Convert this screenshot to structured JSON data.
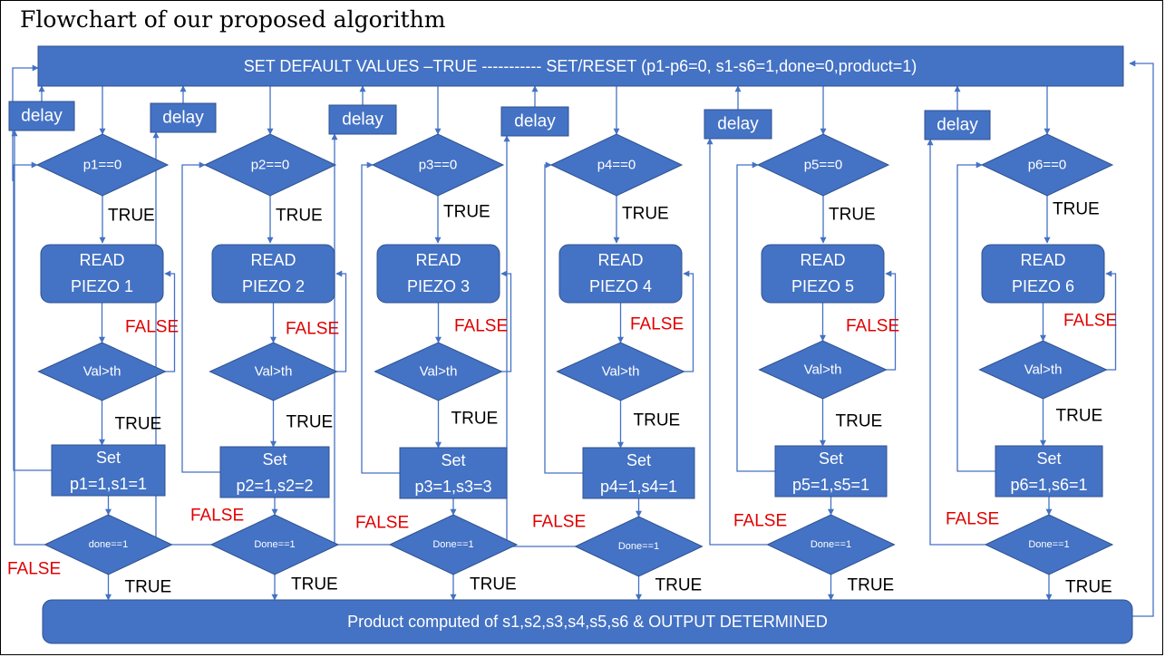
{
  "title": "Flowchart of our proposed algorithm",
  "top_box": "SET DEFAULT VALUES –TRUE -----------  SET/RESET (p1-p6=0, s1-s6=1,done=0,product=1)",
  "bottom_box": "Product computed of s1,s2,s3,s4,s5,s6  & OUTPUT DETERMINED",
  "colors": {
    "box": "#4472c4",
    "line": "#4472c4",
    "false": "#e00000",
    "true": "#000000"
  },
  "columns": [
    {
      "delay": "delay",
      "check": "p1==0",
      "true1": "TRUE",
      "read1": "READ",
      "read2": "PIEZO 1",
      "false_read": "FALSE",
      "compare": "Val>th",
      "true2": "TRUE",
      "set1": "Set",
      "set2": "p1=1,s1=1",
      "false_done": "FALSE",
      "done": "done==1",
      "true3": "TRUE"
    },
    {
      "delay": "delay",
      "check": "p2==0",
      "true1": "TRUE",
      "read1": "READ",
      "read2": "PIEZO 2",
      "false_read": "FALSE",
      "compare": "Val>th",
      "true2": "TRUE",
      "set1": "Set",
      "set2": "p2=1,s2=2",
      "false_done": "FALSE",
      "done": "Done==1",
      "true3": "TRUE"
    },
    {
      "delay": "delay",
      "check": "p3==0",
      "true1": "TRUE",
      "read1": "READ",
      "read2": "PIEZO 3",
      "false_read": "FALSE",
      "compare": "Val>th",
      "true2": "TRUE",
      "set1": "Set",
      "set2": "p3=1,s3=3",
      "false_done": "FALSE",
      "done": "Done==1",
      "true3": "TRUE"
    },
    {
      "delay": "delay",
      "check": "p4==0",
      "true1": "TRUE",
      "read1": "READ",
      "read2": "PIEZO 4",
      "false_read": "FALSE",
      "compare": "Val>th",
      "true2": "TRUE",
      "set1": "Set",
      "set2": "p4=1,s4=1",
      "false_done": "FALSE",
      "done": "Done==1",
      "true3": "TRUE"
    },
    {
      "delay": "delay",
      "check": "p5==0",
      "true1": "TRUE",
      "read1": "READ",
      "read2": "PIEZO 5",
      "false_read": "FALSE",
      "compare": "Val>th",
      "true2": "TRUE",
      "set1": "Set",
      "set2": "p5=1,s5=1",
      "false_done": "FALSE",
      "done": "Done==1",
      "true3": "TRUE"
    },
    {
      "delay": "delay",
      "check": "p6==0",
      "true1": "TRUE",
      "read1": "READ",
      "read2": "PIEZO 6",
      "false_read": "FALSE",
      "compare": "Val>th",
      "true2": "TRUE",
      "set1": "Set",
      "set2": "p6=1,s6=1",
      "false_done": "FALSE",
      "done": "Done==1",
      "true3": "TRUE"
    }
  ]
}
